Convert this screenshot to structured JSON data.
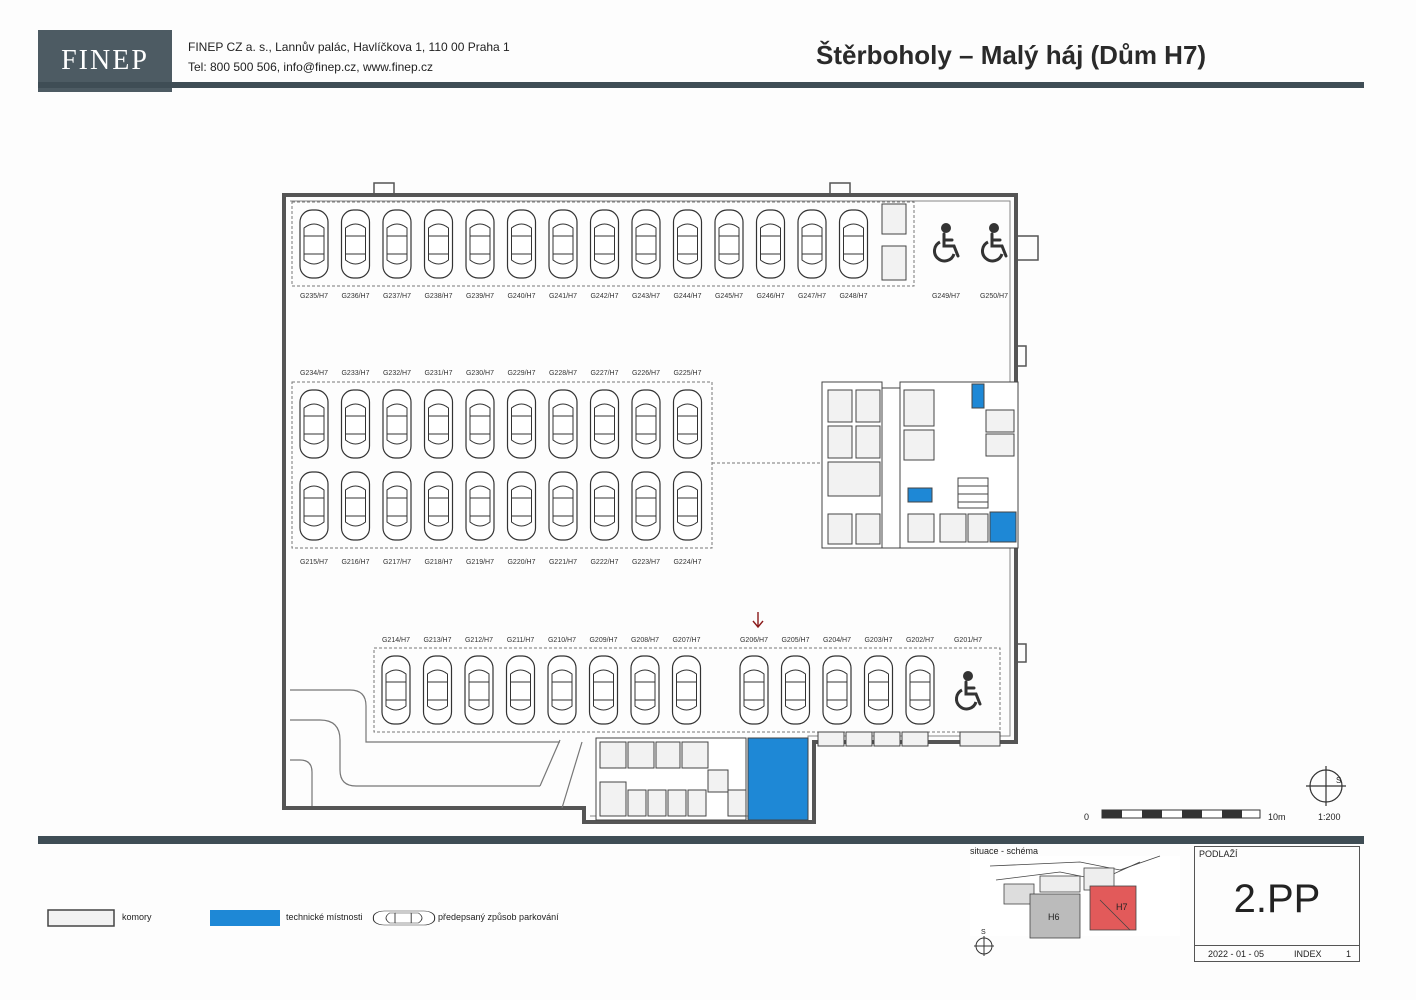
{
  "header": {
    "logo": "FINEP",
    "address": "FINEP CZ a. s., Lannův palác, Havlíčkova 1, 110 00 Praha  1",
    "contact": "Tel: 800 500 506, info@finep.cz, www.finep.cz",
    "title": "Štěrboholy – Malý háj (Dům H7)"
  },
  "plan": {
    "spaces_row1": [
      "G235/H7",
      "G236/H7",
      "G237/H7",
      "G238/H7",
      "G239/H7",
      "G240/H7",
      "G241/H7",
      "G242/H7",
      "G243/H7",
      "G244/H7",
      "G245/H7",
      "G246/H7",
      "G247/H7",
      "G248/H7"
    ],
    "accessible_row1": [
      "G249/H7",
      "G250/H7"
    ],
    "spaces_row2": [
      "G234/H7",
      "G233/H7",
      "G232/H7",
      "G231/H7",
      "G230/H7",
      "G229/H7",
      "G228/H7",
      "G227/H7",
      "G226/H7",
      "G225/H7"
    ],
    "spaces_row3": [
      "G215/H7",
      "G216/H7",
      "G217/H7",
      "G218/H7",
      "G219/H7",
      "G220/H7",
      "G221/H7",
      "G222/H7",
      "G223/H7",
      "G224/H7"
    ],
    "spaces_row4a": [
      "G214/H7",
      "G213/H7",
      "G212/H7",
      "G211/H7",
      "G210/H7",
      "G209/H7",
      "G208/H7",
      "G207/H7"
    ],
    "spaces_row4b": [
      "G206/H7",
      "G205/H7",
      "G204/H7",
      "G203/H7",
      "G202/H7"
    ],
    "accessible_row4": [
      "G201/H7"
    ]
  },
  "scale": {
    "zero": "0",
    "ten": "10m",
    "ratio": "1:200"
  },
  "legend": {
    "storage": "komory",
    "technical": "technické místnosti",
    "parking": "předepsaný způsob parkování"
  },
  "situation": {
    "label": "situace - schéma",
    "h6": "H6",
    "h7": "H7",
    "north": "S"
  },
  "floor": {
    "heading": "PODLAŽÍ",
    "value": "2.PP"
  },
  "footer": {
    "date": "2022 - 01 - 05",
    "index_label": "INDEX",
    "index_value": "1"
  },
  "colors": {
    "technical": "#1e88d6",
    "highlight": "#e25a5a",
    "brand": "#4d5b63"
  }
}
